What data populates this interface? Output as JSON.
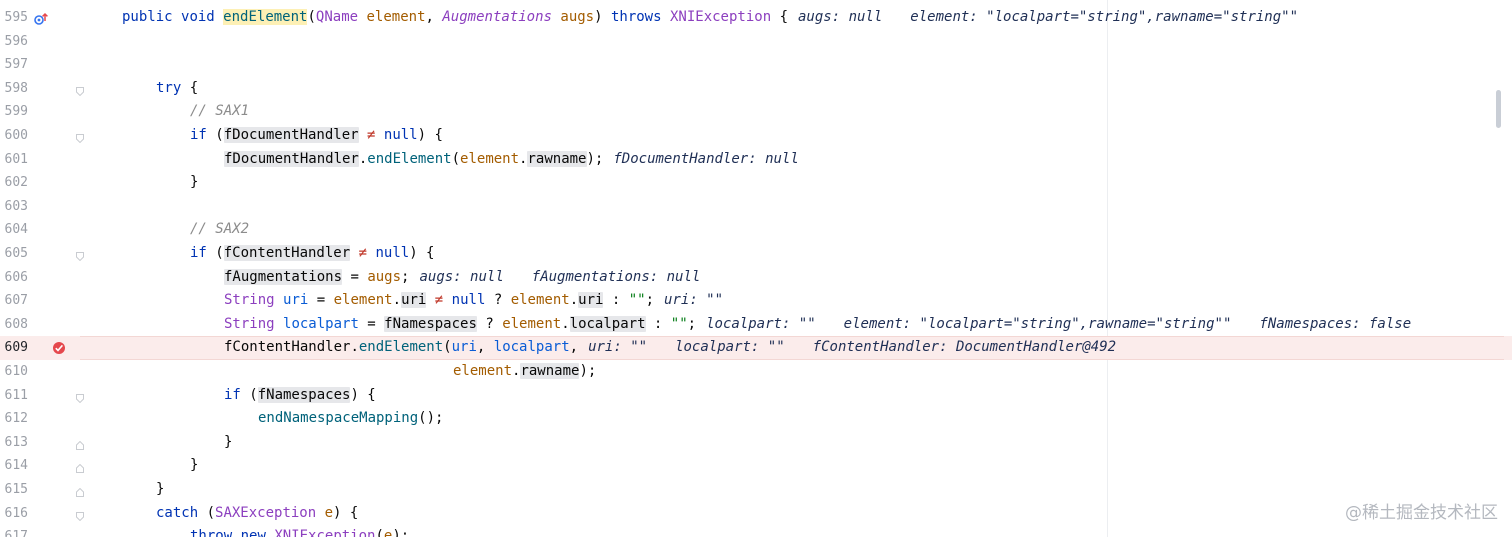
{
  "editor": {
    "lines": [
      {
        "num": "595"
      },
      {
        "num": "596"
      },
      {
        "num": "597"
      },
      {
        "num": "598"
      },
      {
        "num": "599"
      },
      {
        "num": "600"
      },
      {
        "num": "601"
      },
      {
        "num": "602"
      },
      {
        "num": "603"
      },
      {
        "num": "604"
      },
      {
        "num": "605"
      },
      {
        "num": "606"
      },
      {
        "num": "607"
      },
      {
        "num": "608"
      },
      {
        "num": "609"
      },
      {
        "num": "610"
      },
      {
        "num": "611"
      },
      {
        "num": "612"
      },
      {
        "num": "613"
      },
      {
        "num": "614"
      },
      {
        "num": "615"
      },
      {
        "num": "616"
      },
      {
        "num": "617"
      }
    ],
    "tokens": {
      "public": "public",
      "void": "void",
      "endElement": "endElement",
      "QName": "QName",
      "element": "element",
      "Augmentations": "Augmentations",
      "augs": "augs",
      "throws": "throws",
      "XNIException": "XNIException",
      "try": "try",
      "if": "if",
      "null": "null",
      "sax1": "// SAX1",
      "sax2": "// SAX2",
      "fDocumentHandler": "fDocumentHandler",
      "rawname": "rawname",
      "fContentHandler": "fContentHandler",
      "fAugmentations": "fAugmentations",
      "String": "String",
      "uri": "uri",
      "localpart": "localpart",
      "fNamespaces": "fNamespaces",
      "emptyStr": "\"\"",
      "endNamespaceMapping": "endNamespaceMapping",
      "catch": "catch",
      "SAXException": "SAXException",
      "e": "e",
      "throw": "throw",
      "new": "new"
    },
    "hints": {
      "l595_augs": "augs: null",
      "l595_element": "element: \"localpart=\"string\",rawname=\"string\"\"",
      "l601": "fDocumentHandler: null",
      "l606_augs": "augs: null",
      "l606_faug": "fAugmentations: null",
      "l607_uri": "uri: \"\"",
      "l608_local": "localpart: \"\"",
      "l608_element": "element: \"localpart=\"string\",rawname=\"string\"\"",
      "l608_fns": "fNamespaces: false",
      "l609_uri": "uri: \"\"",
      "l609_local": "localpart: \"\"",
      "l609_fch": "fContentHandler: DocumentHandler@492"
    },
    "colors": {
      "highlight_line": "#fbeceb",
      "breakpoint": "#e5484d",
      "keyword": "#0033b3"
    }
  },
  "watermark": "@稀土掘金技术社区"
}
